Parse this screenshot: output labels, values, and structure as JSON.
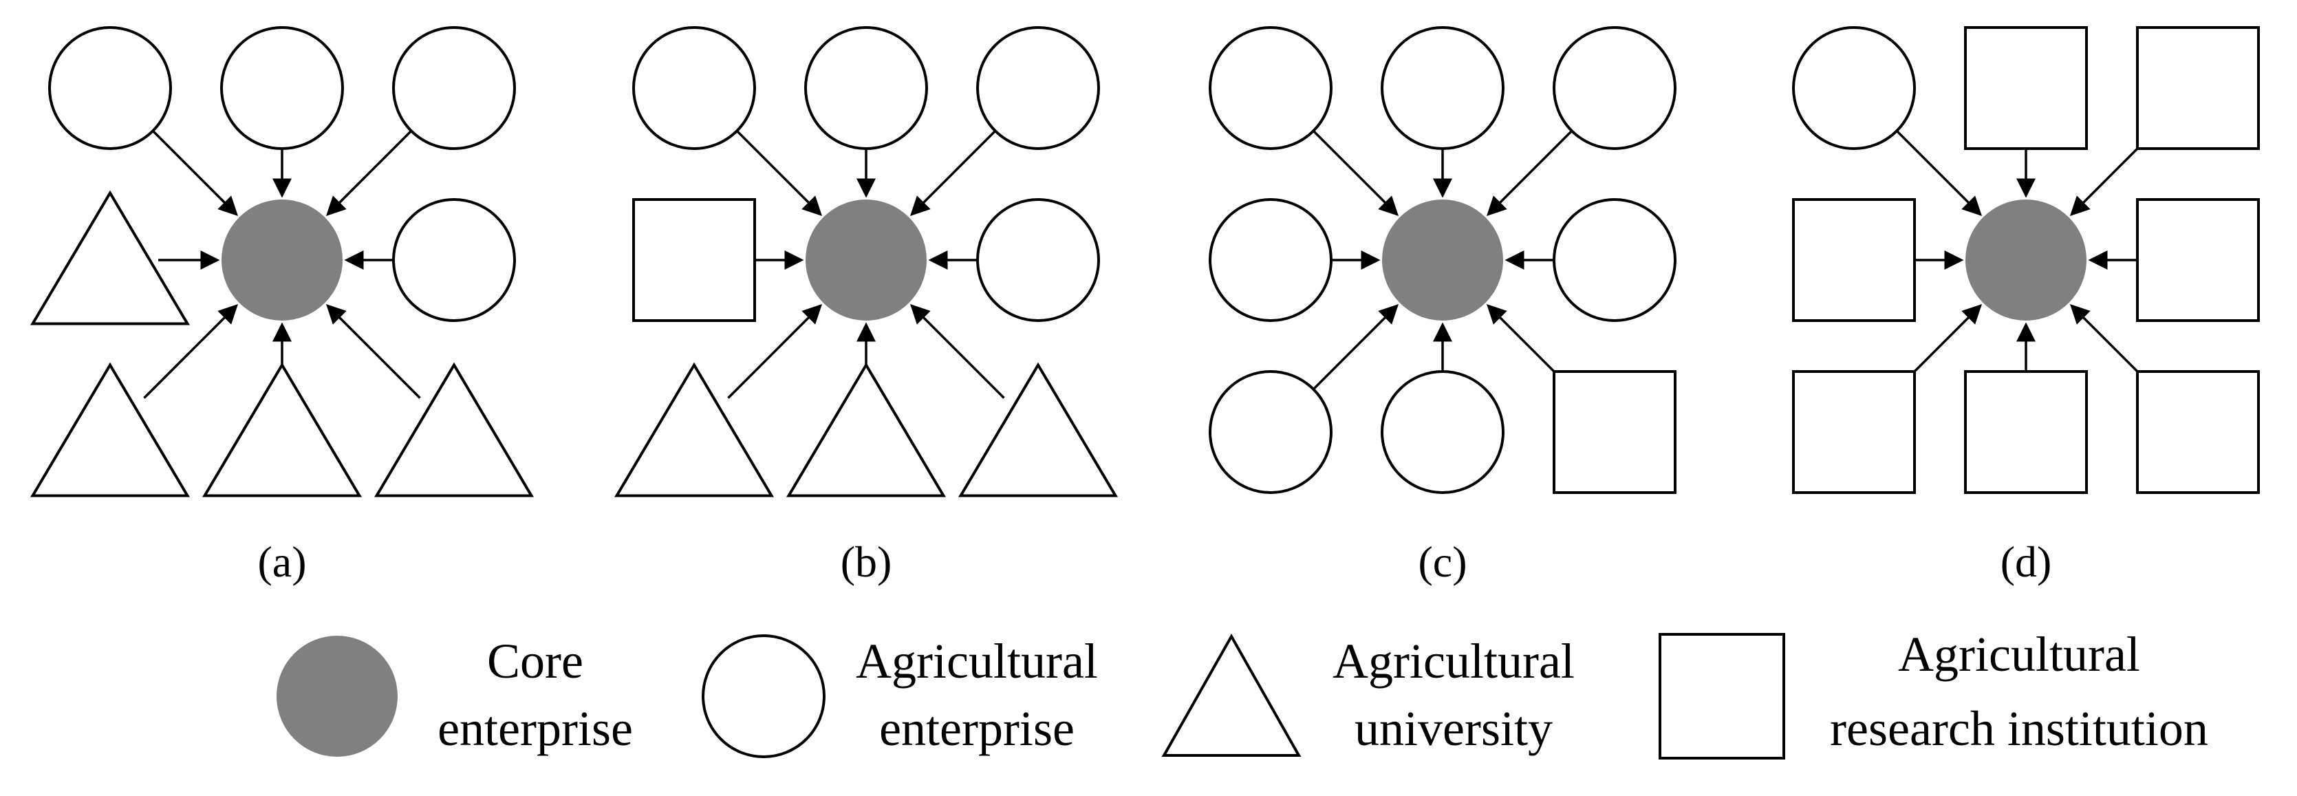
{
  "panels": [
    {
      "caption": "(a)",
      "nodes": [
        "enterprise",
        "enterprise",
        "enterprise",
        "university",
        "enterprise",
        "university",
        "university",
        "university"
      ]
    },
    {
      "caption": "(b)",
      "nodes": [
        "enterprise",
        "enterprise",
        "enterprise",
        "institution",
        "enterprise",
        "university",
        "university",
        "university"
      ]
    },
    {
      "caption": "(c)",
      "nodes": [
        "enterprise",
        "enterprise",
        "enterprise",
        "enterprise",
        "enterprise",
        "enterprise",
        "enterprise",
        "institution"
      ]
    },
    {
      "caption": "(d)",
      "nodes": [
        "enterprise",
        "institution",
        "institution",
        "institution",
        "institution",
        "institution",
        "institution",
        "institution"
      ]
    }
  ],
  "legend": {
    "core": {
      "line1": "Core",
      "line2": "enterprise"
    },
    "enterprise": {
      "line1": "Agricultural",
      "line2": "enterprise"
    },
    "university": {
      "line1": "Agricultural",
      "line2": "university"
    },
    "institution": {
      "line1": "Agricultural",
      "line2": "research institution"
    }
  },
  "colors": {
    "core_fill": "#808080",
    "stroke": "#000000"
  }
}
